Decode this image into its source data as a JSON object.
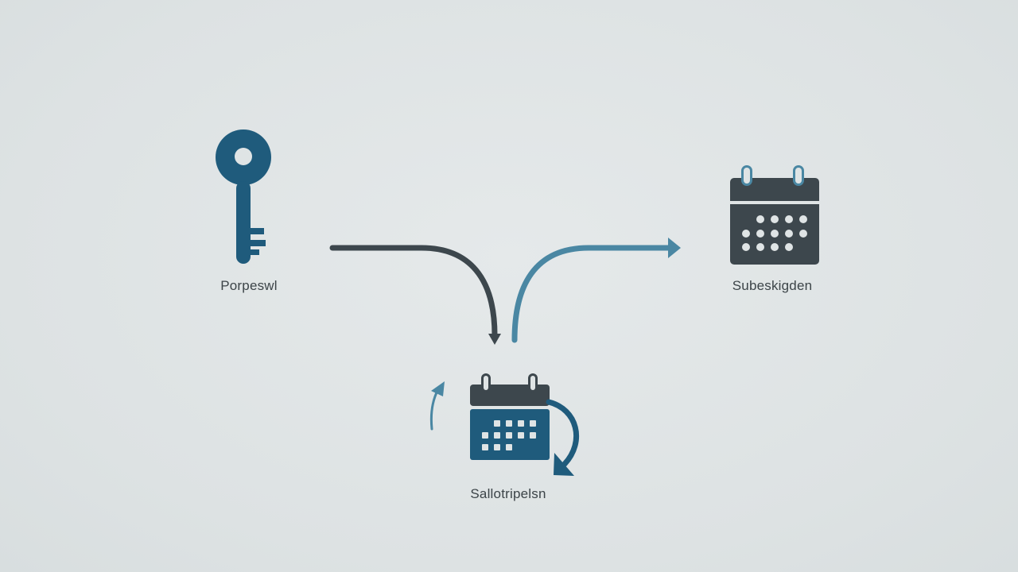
{
  "nodes": {
    "key": {
      "label": "Porpeswl",
      "icon": "key-icon"
    },
    "calendar_right": {
      "label": "Subeskigden",
      "icon": "calendar-icon"
    },
    "calendar_bottom": {
      "label": "Sallotripelsn",
      "icon": "calendar-icon"
    }
  },
  "edges": [
    {
      "from": "key",
      "to": "calendar_bottom",
      "style": "curved-arrow"
    },
    {
      "from": "calendar_bottom",
      "to": "calendar_right",
      "style": "curved-arrow"
    },
    {
      "from": "calendar_bottom",
      "to": "calendar_bottom",
      "style": "cycle-arrows"
    }
  ],
  "colors": {
    "background": "#dfe4e5",
    "primary_blue": "#1f5b7c",
    "dark_slate": "#3d474d",
    "accent_teal": "#4a87a3",
    "label_text": "#3c4448"
  }
}
